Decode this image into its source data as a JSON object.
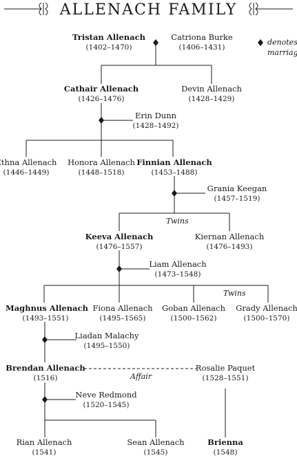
{
  "title": "ALLENACH FAMILY",
  "legend": {
    "text_line1": "denotes",
    "text_line2": "marriage"
  },
  "people": [
    {
      "id": "tristan",
      "name": "Tristan Allenach",
      "dates": "(1402–1470)",
      "bold": true
    },
    {
      "id": "catriona",
      "name": "Catriona Burke",
      "dates": "(1406–1431)",
      "bold": false
    },
    {
      "id": "cathair",
      "name": "Cathair Allenach",
      "dates": "(1426–1476)",
      "bold": true
    },
    {
      "id": "devin",
      "name": "Devin Allenach",
      "dates": "(1428–1429)",
      "bold": false
    },
    {
      "id": "erin",
      "name": "Erin Dunn",
      "dates": "(1428–1492)",
      "bold": false
    },
    {
      "id": "ethna",
      "name": "Ethna Allenach",
      "dates": "(1446–1449)",
      "bold": false
    },
    {
      "id": "honora",
      "name": "Honora Allenach",
      "dates": "(1448–1518)",
      "bold": false
    },
    {
      "id": "finnian",
      "name": "Finnian Allenach",
      "dates": "(1453–1488)",
      "bold": true
    },
    {
      "id": "grania",
      "name": "Grania Keegan",
      "dates": "(1457–1519)",
      "bold": false
    },
    {
      "id": "keeva",
      "name": "Keeva Allenach",
      "dates": "(1476–1557)",
      "bold": true
    },
    {
      "id": "kiernan",
      "name": "Kiernan Allenach",
      "dates": "(1476–1493)",
      "bold": false
    },
    {
      "id": "liam",
      "name": "Liam Allenach",
      "dates": "(1473–1548)",
      "bold": false
    },
    {
      "id": "maghnus",
      "name": "Maghnus Allenach",
      "dates": "(1493–1551)",
      "bold": true
    },
    {
      "id": "fiona",
      "name": "Fiona Allenach",
      "dates": "(1495–1565)",
      "bold": false
    },
    {
      "id": "goban",
      "name": "Goban Allenach",
      "dates": "(1500–1562)",
      "bold": false
    },
    {
      "id": "grady",
      "name": "Grady Allenach",
      "dates": "(1500–1570)",
      "bold": false
    },
    {
      "id": "liadan",
      "name": "Liadan Malachy",
      "dates": "(1495–1550)",
      "bold": false
    },
    {
      "id": "brendan",
      "name": "Brendan Allenach",
      "dates": "(1516)",
      "bold": true
    },
    {
      "id": "rosalie",
      "name": "Rosalie Paquet",
      "dates": "(1528–1551)",
      "bold": false
    },
    {
      "id": "neve",
      "name": "Neve Redmond",
      "dates": "(1520–1545)",
      "bold": false
    },
    {
      "id": "rian",
      "name": "Rian Allenach",
      "dates": "(1541)",
      "bold": false
    },
    {
      "id": "sean",
      "name": "Sean Allenach",
      "dates": "(1545)",
      "bold": false
    },
    {
      "id": "brienna",
      "name": "Brienna",
      "dates": "(1548)",
      "bold": true
    }
  ],
  "notes": {
    "twins_1": "Twins",
    "twins_2": "Twins",
    "affair": "Affair"
  },
  "colors": {
    "ink": "#1a1a1a"
  }
}
